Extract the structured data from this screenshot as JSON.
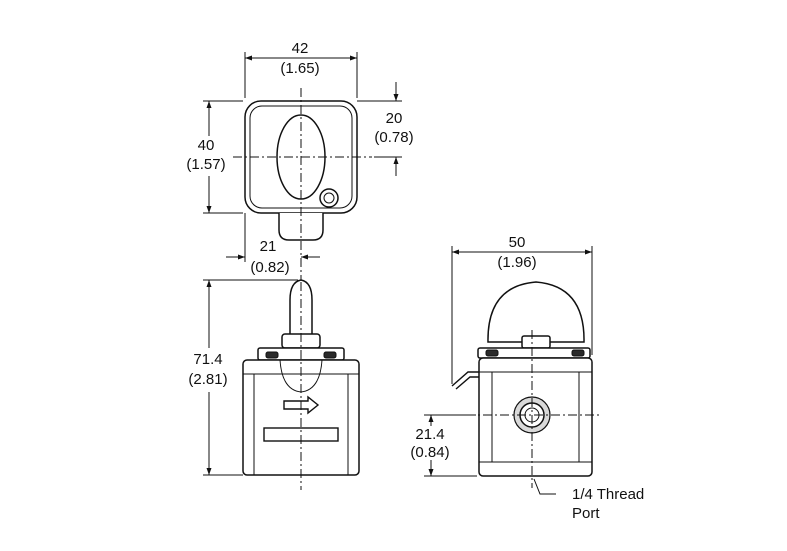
{
  "dimensions": {
    "width_top": {
      "mm": "42",
      "in": "(1.65)"
    },
    "height_top": {
      "mm": "40",
      "in": "(1.57)"
    },
    "offset_top": {
      "mm": "20",
      "in": "(0.78)"
    },
    "offset_bottom": {
      "mm": "21",
      "in": "(0.82)"
    },
    "height_front": {
      "mm": "71.4",
      "in": "(2.81)"
    },
    "width_side": {
      "mm": "50",
      "in": "(1.96)"
    },
    "port_height": {
      "mm": "21.4",
      "in": "(0.84)"
    }
  },
  "callouts": {
    "port_line1": "1/4 Thread",
    "port_line2": "Port"
  }
}
